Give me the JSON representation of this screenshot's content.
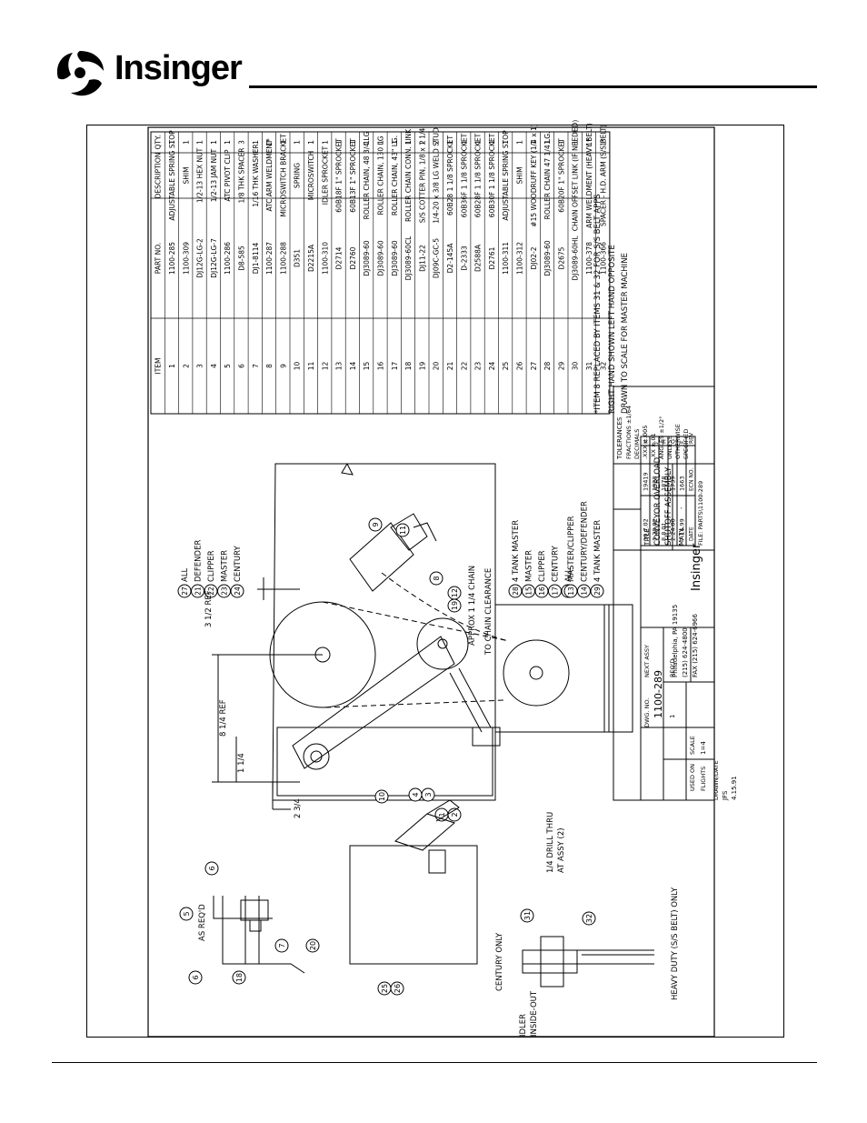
{
  "header": {
    "brand": "Insinger"
  },
  "parts_table": {
    "headers": {
      "item": "ITEM",
      "part_no": "PART NO.",
      "description": "DESCRIPTION",
      "qty": "QTY."
    },
    "rows": [
      {
        "item": "1",
        "part_no": "1100-285",
        "description": "ADJUSTABLE SPRING STOP",
        "qty": "1"
      },
      {
        "item": "2",
        "part_no": "1100-309",
        "description": "SHIM",
        "qty": "1"
      },
      {
        "item": "3",
        "part_no": "DJ12G-LG-2",
        "description": "1/2-13 HEX NUT",
        "qty": "1"
      },
      {
        "item": "4",
        "part_no": "DJ12G-LG-7",
        "description": "1/2-13 JAM NUT",
        "qty": "1"
      },
      {
        "item": "5",
        "part_no": "1100-286",
        "description": "ATC PIVOT CLIP",
        "qty": "1"
      },
      {
        "item": "6",
        "part_no": "D8-585",
        "description": "1/8 THK SPACER",
        "qty": "3"
      },
      {
        "item": "7",
        "part_no": "DJ1-8114",
        "description": "1/16 THK WASHER",
        "qty": "1"
      },
      {
        "item": "8",
        "part_no": "1100-287",
        "description": "ATC ARM WELDMENT",
        "qty": "1*"
      },
      {
        "item": "9",
        "part_no": "1100-288",
        "description": "MICROSWITCH BRACKET",
        "qty": "1"
      },
      {
        "item": "10",
        "part_no": "D351",
        "description": "SPRING",
        "qty": "1"
      },
      {
        "item": "11",
        "part_no": "D2215A",
        "description": "MICROSWITCH",
        "qty": "1"
      },
      {
        "item": "12",
        "part_no": "1100-310",
        "description": "IDLER SPROCKET",
        "qty": "1"
      },
      {
        "item": "13",
        "part_no": "D2714",
        "description": "60B18F 1\" SPROCKET",
        "qty": "1"
      },
      {
        "item": "14",
        "part_no": "D2760",
        "description": "60B13F 1\" SPROCKET",
        "qty": "1"
      },
      {
        "item": "15",
        "part_no": "DJ3089-60",
        "description": "ROLLER CHAIN, 48 3/4 LG",
        "qty": "1"
      },
      {
        "item": "16",
        "part_no": "DJ3089-60",
        "description": "ROLLER CHAIN, 130 LG",
        "qty": "1"
      },
      {
        "item": "17",
        "part_no": "DJ3089-60",
        "description": "ROLLER CHAIN, 43\" LG.",
        "qty": "1"
      },
      {
        "item": "18",
        "part_no": "DJ3089-60CL",
        "description": "ROLLER CHAIN CONN. LINK",
        "qty": "1"
      },
      {
        "item": "19",
        "part_no": "DJ11-22",
        "description": "S/S COTTER PIN, 1/8 x 1 1/4",
        "qty": "2"
      },
      {
        "item": "20",
        "part_no": "DJ09C-GC-5",
        "description": "1/4-20 x 3/8 LG WELD STUD",
        "qty": "2"
      },
      {
        "item": "21",
        "part_no": "D2-145A",
        "description": "60B28 1 1/8 SPROCKET",
        "qty": "1"
      },
      {
        "item": "22",
        "part_no": "D-2333",
        "description": "60B36F 1 1/8 SPROCKET",
        "qty": "1"
      },
      {
        "item": "23",
        "part_no": "D2588A",
        "description": "60B28F 1 1/8 SPROCKET",
        "qty": "1"
      },
      {
        "item": "24",
        "part_no": "D2761",
        "description": "60B30F 1 1/8 SPROCKET",
        "qty": "1"
      },
      {
        "item": "25",
        "part_no": "1100-311",
        "description": "ADJUSTABLE SPRING STOP",
        "qty": "1"
      },
      {
        "item": "26",
        "part_no": "1100-312",
        "description": "SHIM",
        "qty": "1"
      },
      {
        "item": "27",
        "part_no": "DJ02-2",
        "description": "#15 WOODRUFF KEY (1/4 x 1)",
        "qty": "1"
      },
      {
        "item": "28",
        "part_no": "DJ3089-60",
        "description": "ROLLER CHAIN 47 1/4 LG.",
        "qty": "1"
      },
      {
        "item": "29",
        "part_no": "D2675",
        "description": "60B20F 1\" SPROCKET",
        "qty": "1"
      },
      {
        "item": "30",
        "part_no": "DJ3089-60HL",
        "description": "CHAIN OFFSET LINK (IF NEEDED)",
        "qty": "1"
      },
      {
        "item": "31",
        "part_no": "1100-378",
        "description": "ARM WELDMENT (HEAVY BELT)",
        "qty": "1*"
      },
      {
        "item": "32",
        "part_no": "1100-366",
        "description": "SPACER - H.D. ARM (S/S BELT)",
        "qty": "1*"
      }
    ]
  },
  "notes": [
    "*ITEM 8 REPLACED BY ITEMS 31 & 32 FOR S/S BELT APPS",
    "RIGHT HAND SHOWN LEFT HAND OPPOSITE",
    "DRAWN TO SCALE FOR MASTER MACHINE"
  ],
  "title_block": {
    "tolerances_label": "TOLERANCES",
    "fractions": "FRACTIONS ±1/64",
    "decimals": "DECIMALS",
    "xxx": ".XXX ±.005",
    "xx": ".XX ±.01",
    "angles": "ANGLES ±1/2°",
    "unless": "UNLESS",
    "otherwise": "OTHERWISE",
    "specified": "SPECIFIED",
    "title_label": "TITLE",
    "title_line1": "CONVEYOR OVERLOAD",
    "title_line2": "SHUTOFF ASSEMBLY",
    "matl_label": "MAT'L",
    "matl_value": "-",
    "company": "Insinger",
    "address1": "Philadelphia, PA 19135",
    "phone": "(215) 624-4800",
    "fax": "FAX (215) 624-6966",
    "next_assy_label": "NEXT ASSY",
    "dwg_no_label": "DWG. NO.",
    "dwg_no": "1100-289",
    "req_label": "REQ'D",
    "req_value": "1",
    "scale_label": "SCALE",
    "scale_value": "1=4",
    "used_on_label": "USED ON",
    "used_on_value": "FLIGHTS",
    "drawn_label": "DRAWN/DATE",
    "drawn_by": "JFS",
    "drawn_date": "4.15.91"
  },
  "revisions": {
    "rows": [
      {
        "rev": "K",
        "ecn": "19419",
        "date": "10.7.02"
      },
      {
        "rev": "J",
        "ecn": "1928",
        "date": "3.20.02"
      },
      {
        "rev": "H",
        "ecn": "1878",
        "date": "8.8.01"
      },
      {
        "rev": "G",
        "ecn": "1739",
        "date": "2.24.00"
      },
      {
        "rev": "F",
        "ecn": "1663",
        "date": "7.16.99"
      }
    ],
    "rev_label": "REV",
    "ecn_label": "ECN NO.",
    "date_label": "DATE",
    "file": "FILE: PARTS\\1100-289"
  },
  "callouts": {
    "sprocket_models": [
      {
        "num": "27",
        "label": "ALL"
      },
      {
        "num": "21",
        "label": "DEFENDER"
      },
      {
        "num": "22",
        "label": "CLIPPER"
      },
      {
        "num": "23",
        "label": "MASTER"
      },
      {
        "num": "24",
        "label": "CENTURY"
      }
    ],
    "chain_models": [
      {
        "num": "28",
        "label": "4 TANK MASTER"
      },
      {
        "num": "15",
        "label": "MASTER"
      },
      {
        "num": "16",
        "label": "CLIPPER"
      },
      {
        "num": "17",
        "label": "CENTURY"
      },
      {
        "num": "18",
        "label": "ALL"
      }
    ],
    "lower_sprocket_models": [
      {
        "num": "13",
        "label": "MASTER/CLIPPER"
      },
      {
        "num": "14",
        "label": "CENTURY/DEFENDER"
      },
      {
        "num": "29",
        "label": "4 TANK MASTER"
      }
    ],
    "dim_3_1_2": "3 1/2 REF",
    "dim_8_1_4": "8 1/4 REF",
    "dim_1_1_4": "1 1/4",
    "dim_2_3_4": "2 3/4",
    "approx_chain": "APPROX 1 1/4 CHAIN",
    "to_chain": "TO CHAIN CLEARANCE",
    "as_reqd": "AS REQ'D",
    "drill_thru": "1/4 DRILL THRU",
    "at_assy": "AT ASSY (2)",
    "century_only": "CENTURY ONLY",
    "idler": "IDLER",
    "inside_out": "INSIDE-OUT",
    "heavy_duty": "HEAVY DUTY (S/S BELT) ONLY"
  }
}
